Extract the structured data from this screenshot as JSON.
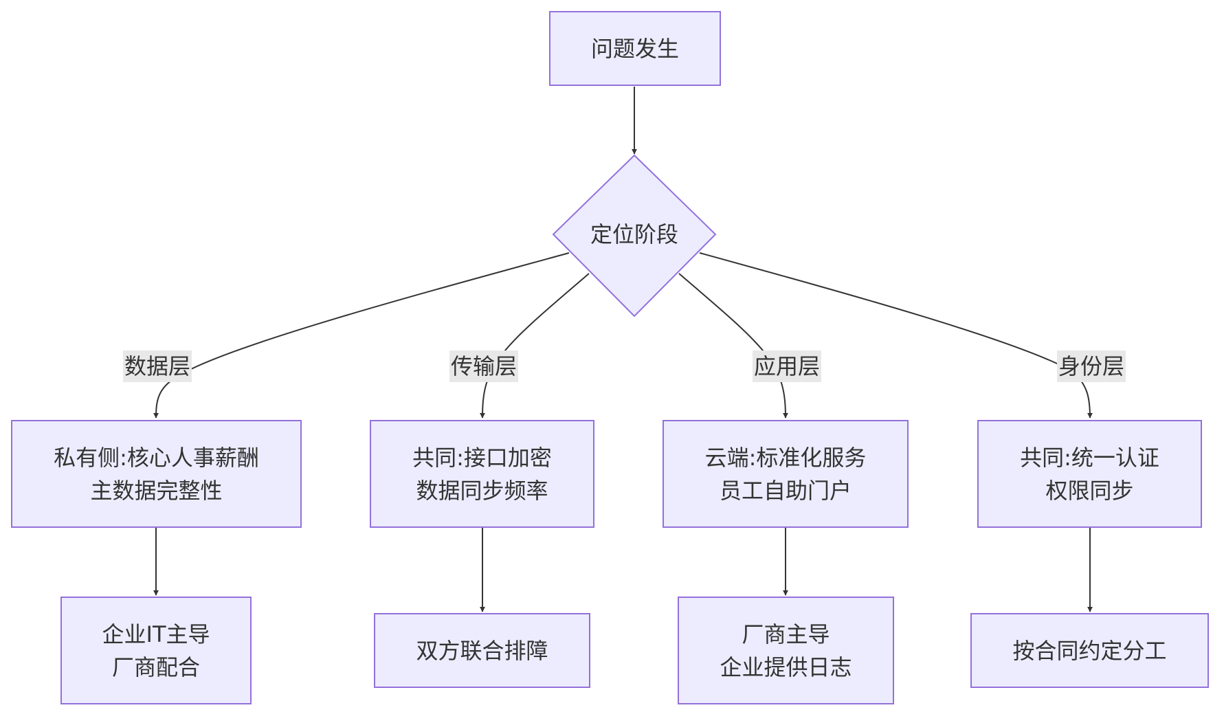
{
  "nodes": {
    "start": {
      "line1": "问题发生"
    },
    "decision": {
      "label": "定位阶段"
    },
    "data_layer": {
      "line1": "私有侧:核心人事薪酬",
      "line2": "主数据完整性"
    },
    "data_owner": {
      "line1": "企业IT主导",
      "line2": "厂商配合"
    },
    "transport_layer": {
      "line1": "共同:接口加密",
      "line2": "数据同步频率"
    },
    "transport_owner": {
      "line1": "双方联合排障"
    },
    "app_layer": {
      "line1": "云端:标准化服务",
      "line2": "员工自助门户"
    },
    "app_owner": {
      "line1": "厂商主导",
      "line2": "企业提供日志"
    },
    "identity_layer": {
      "line1": "共同:统一认证",
      "line2": "权限同步"
    },
    "identity_owner": {
      "line1": "按合同约定分工"
    }
  },
  "edge_labels": {
    "data": "数据层",
    "transport": "传输层",
    "app": "应用层",
    "identity": "身份层"
  },
  "colors": {
    "node_fill": "#ececfe",
    "node_stroke": "#9370db",
    "text": "#333333",
    "edge": "#333333",
    "edge_label_bg": "#e8e8e8"
  }
}
